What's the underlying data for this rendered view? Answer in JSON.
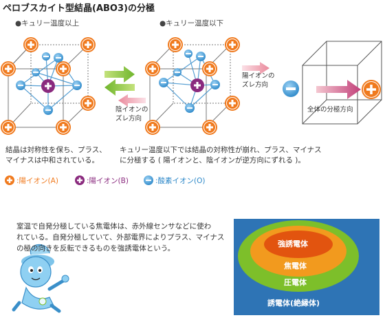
{
  "title": "ペロブスカイト型結晶(ABO3)の分極",
  "left_heading": "●キュリー温度以上",
  "middle_heading": "●キュリー温度以下",
  "cation_shift_label": [
    "陽イオンの",
    "ズレ方向"
  ],
  "anion_shift_label": [
    "陰イオンの",
    "ズレ方向"
  ],
  "polarization_label": "全体の分極方向",
  "left_caption": [
    "結晶は対称性を保ち、プラス、",
    "マイナスは中和されている。"
  ],
  "middle_caption": [
    "キュリー温度以下では結晶の対称性が崩れ、プラス、マイナス",
    "に分極する ( 陽イオンと、陰イオンが逆方向にずれる )。"
  ],
  "legend": [
    {
      "label": ":陽イオン(A)",
      "color": "#f07a1e",
      "symbol": "+"
    },
    {
      "label": ":陽イオン(B)",
      "color": "#8a2a7e",
      "symbol": "+"
    },
    {
      "label": ":酸素イオン(O)",
      "color": "#3a9ad9",
      "symbol": "−"
    }
  ],
  "description": [
    "室温で自発分極している焦電体は、赤外線センサなどに使わ",
    "れている。自発分極していて、外部電界によりプラス、マイナス",
    "の極の向きを反転できるものを強誘電体という。"
  ],
  "nested_layers": [
    "強誘電体",
    "焦電体",
    "圧電体",
    "誘電体(絶縁体)"
  ],
  "colors": {
    "orange": "#f07a1e",
    "purple": "#8a2a7e",
    "blue": "#3a9ad9",
    "green": "#7dbf2a",
    "pink": "#e88a9a",
    "panel_blue": "#2e74b5"
  }
}
